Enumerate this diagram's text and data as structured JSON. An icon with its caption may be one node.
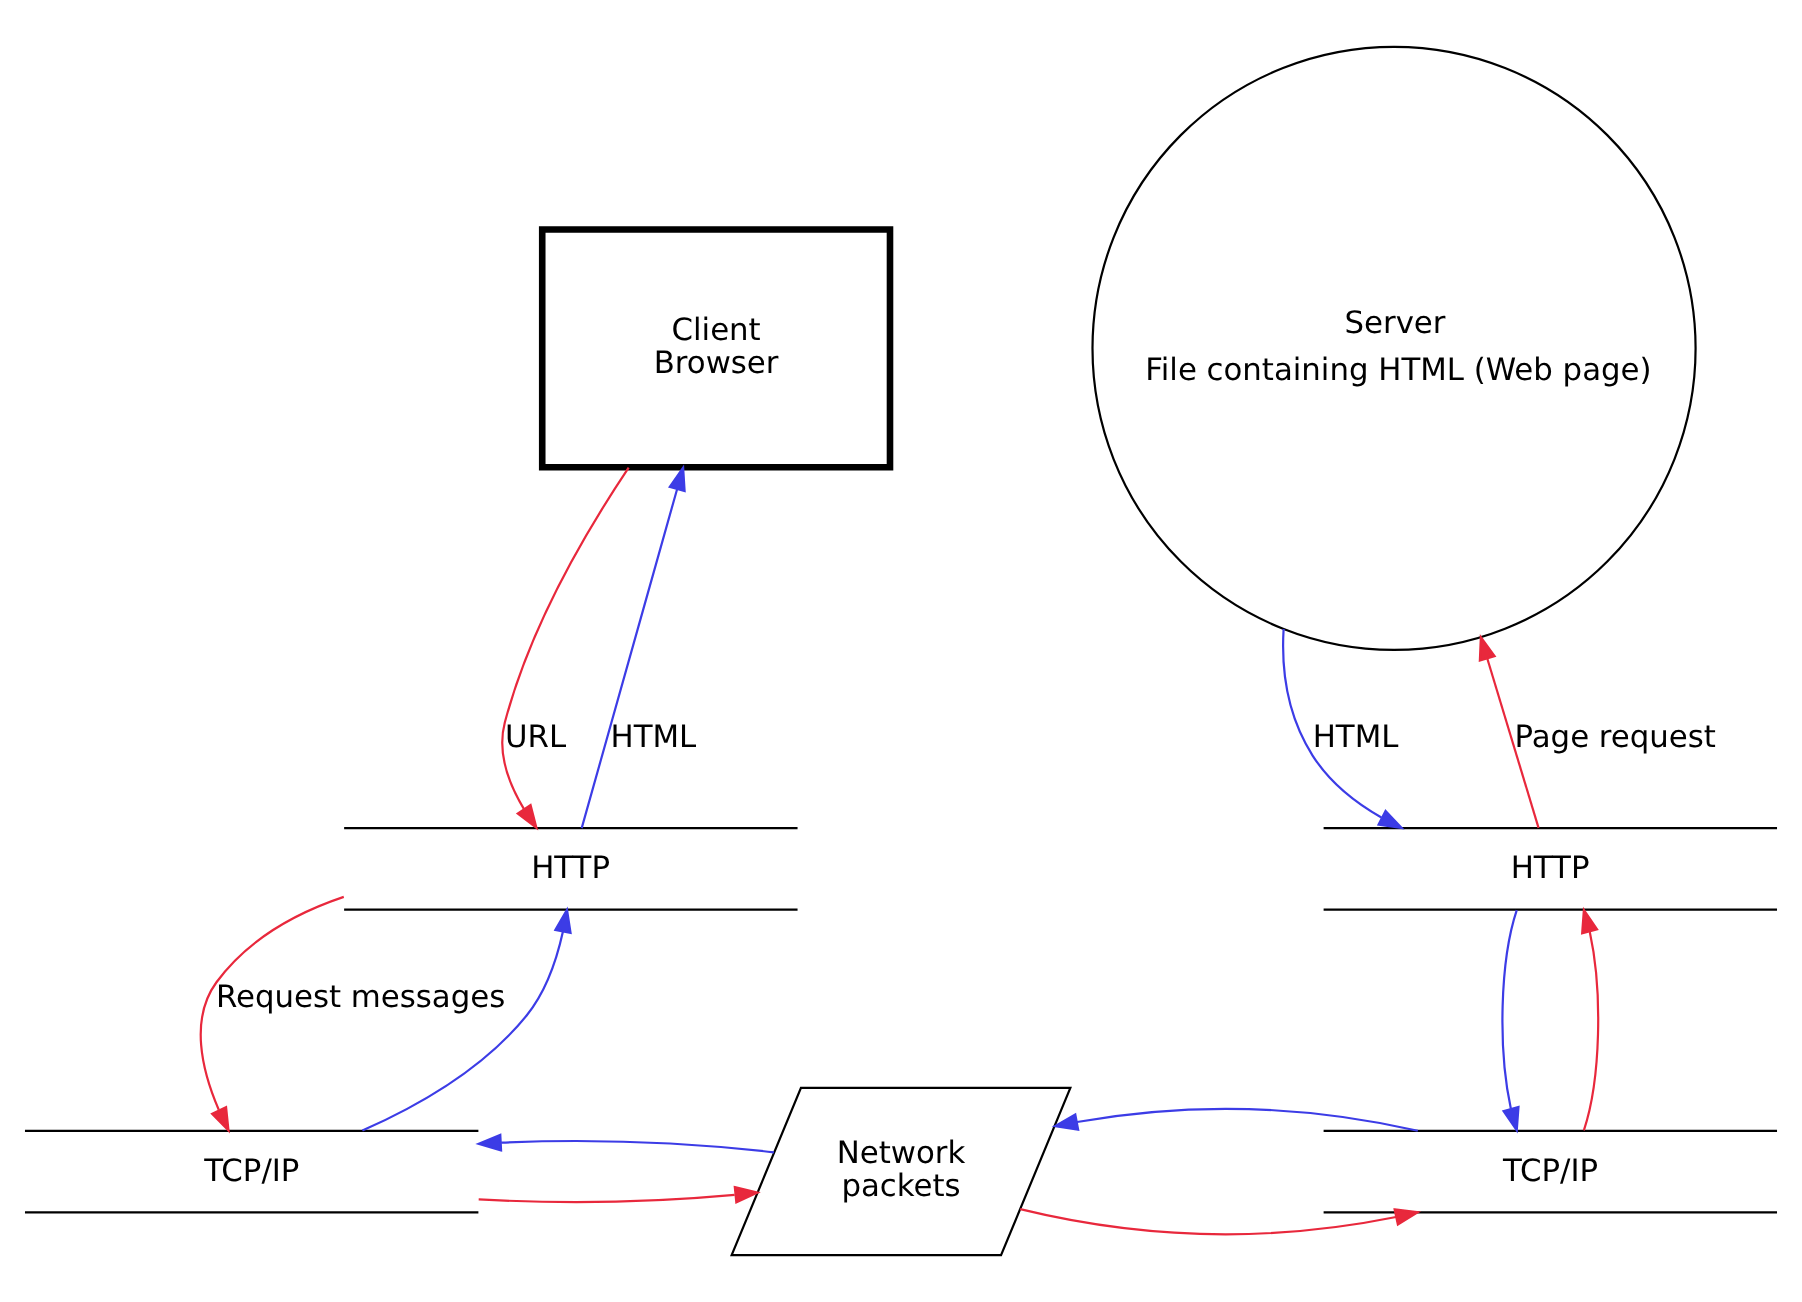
{
  "diagram": {
    "nodes": [
      {
        "text": [
          "Client",
          "Browser"
        ]
      },
      {
        "text": [
          "HTTP"
        ]
      },
      {
        "text": [
          "TCP/IP"
        ]
      },
      {
        "text": [
          "Server",
          "File containing HTML (Web page)"
        ]
      },
      {
        "text": [
          "HTTP"
        ]
      },
      {
        "text": [
          "TCP/IP"
        ]
      },
      {
        "text": [
          "Network",
          "packets"
        ]
      }
    ],
    "edges": [
      {
        "from": 0,
        "to": 1,
        "arrow": "to",
        "label": "URL",
        "color": "#e8283c"
      },
      {
        "from": 1,
        "to": 0,
        "arrow": "to",
        "label": "HTML",
        "color": "#3c3ce6"
      },
      {
        "from": 1,
        "to": 2,
        "arrow": "to",
        "label": "Request messages",
        "color": "#e8283c"
      },
      {
        "from": 2,
        "to": 1,
        "arrow": "to",
        "color": "#3c3ce6"
      },
      {
        "from": 3,
        "to": 4,
        "arrow": "to",
        "label": "HTML",
        "color": "#3c3ce6"
      },
      {
        "from": 4,
        "to": 3,
        "arrow": "to",
        "label": "Page request",
        "color": "#e8283c"
      },
      {
        "from": 4,
        "to": 5,
        "arrow": "to",
        "color": "#3c3ce6"
      },
      {
        "from": 5,
        "to": 4,
        "arrow": "to",
        "color": "#e8283c"
      },
      {
        "from": 2,
        "to": 6,
        "arrow": "to",
        "color": "#e8283c"
      },
      {
        "from": 6,
        "to": 5,
        "arrow": "to",
        "color": "#e8283c"
      },
      {
        "from": 5,
        "to": 6,
        "arrow": "to",
        "color": "#3c3ce6"
      },
      {
        "from": 6,
        "to": 2,
        "arrow": "to",
        "color": "#3c3ce6"
      }
    ]
  }
}
